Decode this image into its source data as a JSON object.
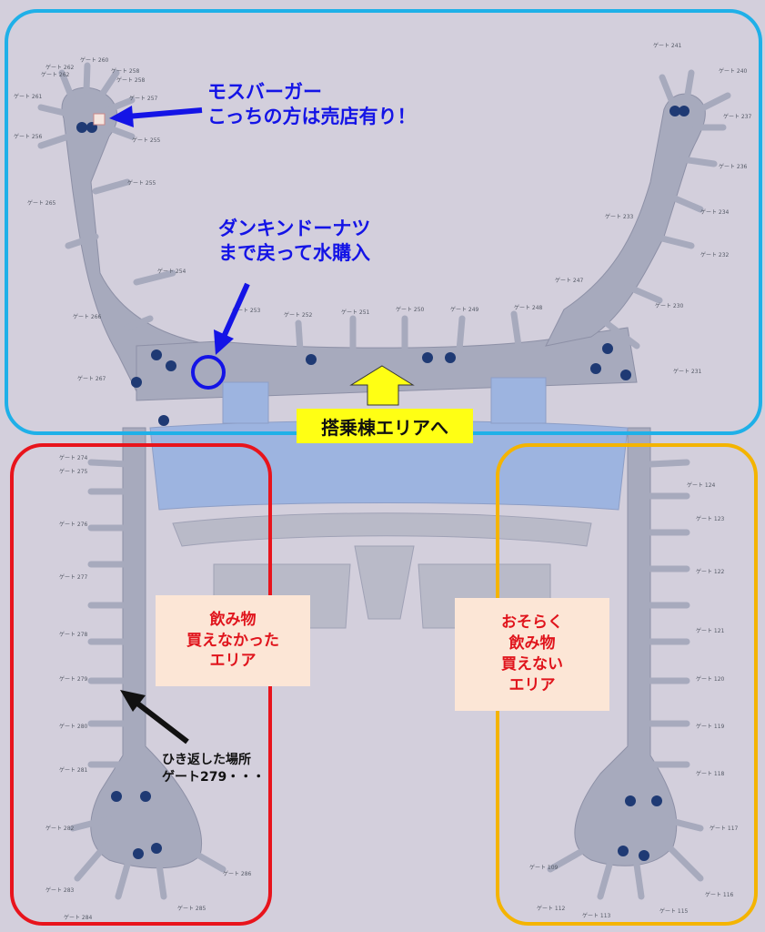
{
  "annotations": {
    "mos_burger": {
      "title": "モスバーガー",
      "note": "こっちの方は売店有り！"
    },
    "dunkin": {
      "title": "ダンキンドーナツ",
      "note": "まで戻って水購入"
    },
    "to_concourse": "搭乗棟エリアへ",
    "left_area": [
      "飲み物",
      "買えなかった",
      "エリア"
    ],
    "right_area": [
      "おそらく",
      "飲み物",
      "買えない",
      "エリア"
    ],
    "turnback": [
      "ひき返した場所",
      "ゲート279・・・"
    ]
  },
  "gates": {
    "top_left": [
      "ゲート 262",
      "ゲート 260",
      "ゲート 262",
      "ゲート 258",
      "ゲート 258",
      "ゲート 261",
      "ゲート 257",
      "ゲート 256",
      "ゲート 255",
      "ゲート 255",
      "ゲート 265",
      "ゲート 254",
      "ゲート 266",
      "ゲート 267",
      "ゲート 253"
    ],
    "top_center": [
      "ゲート 252",
      "ゲート 251",
      "ゲート 250",
      "ゲート 249",
      "ゲート 248",
      "ゲート 247"
    ],
    "top_right": [
      "ゲート 241",
      "ゲート 240",
      "ゲート 237",
      "ゲート 236",
      "ゲート 234",
      "ゲート 233",
      "ゲート 232",
      "ゲート 231",
      "ゲート 230"
    ],
    "left_pier": [
      "ゲート 274",
      "ゲート 275",
      "ゲート 276",
      "ゲート 277",
      "ゲート 278",
      "ゲート 279",
      "ゲート 280",
      "ゲート 281",
      "ゲート 282",
      "ゲート 283",
      "ゲート 284",
      "ゲート 285",
      "ゲート 286"
    ],
    "right_pier": [
      "ゲート 124",
      "ゲート 123",
      "ゲート 122",
      "ゲート 121",
      "ゲート 120",
      "ゲート 119",
      "ゲート 118",
      "ゲート 117",
      "ゲート 116",
      "ゲート 115",
      "ゲート 113",
      "ゲート 112",
      "ゲート 109"
    ]
  },
  "colors": {
    "blue_zone": "#1fb0e8",
    "red_zone": "#e8141c",
    "yellow_zone": "#f4b400",
    "annotation_blue": "#1414e6",
    "map_gray": "#a7aabd",
    "map_blue": "#9db4e0"
  }
}
